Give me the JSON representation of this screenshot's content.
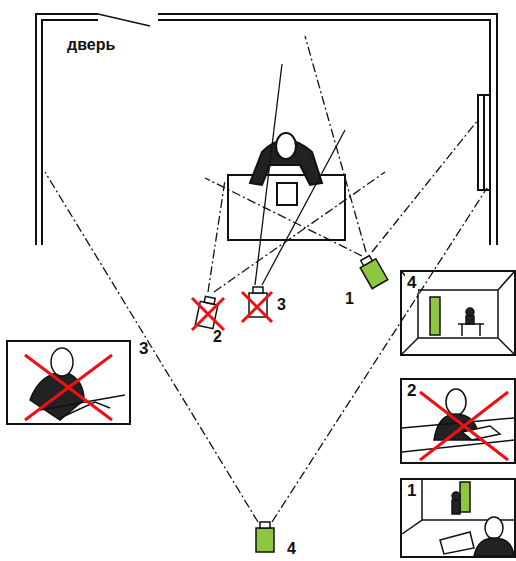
{
  "diagram": {
    "nodes": [
      {
        "text": [
          "4"
        ]
      },
      {
        "text": [
          "3"
        ]
      },
      {
        "text": [
          "2"
        ]
      },
      {
        "text": [
          "1"
        ]
      }
    ],
    "labels": [
      "дверь",
      "1",
      "2",
      "3",
      "4"
    ]
  }
}
